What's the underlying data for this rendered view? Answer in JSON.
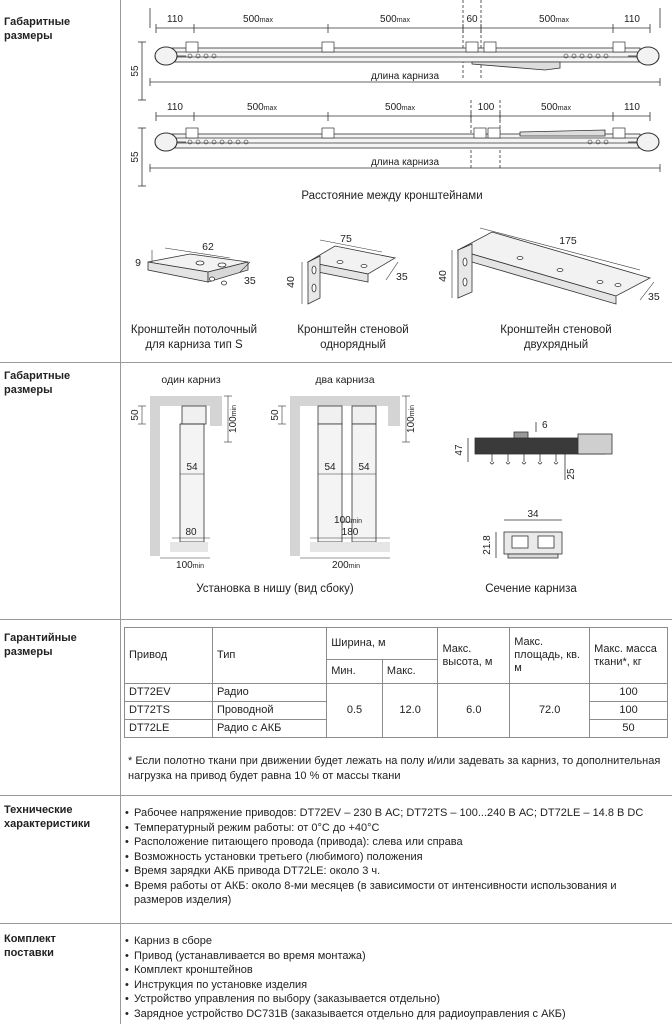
{
  "sections": {
    "dims1": "Габаритные размеры",
    "dims2": "Габаритные размеры",
    "warranty": "Гарантийные размеры",
    "tech": "Технические характеристики",
    "kit": "Комплект поставки"
  },
  "rail1": {
    "d110a": "110",
    "d500a": "500",
    "d500b": "500",
    "d60": "60",
    "d500c": "500",
    "d110b": "110",
    "max": "max",
    "d55": "55",
    "length": "длина карниза"
  },
  "rail2": {
    "d110a": "110",
    "d500a": "500",
    "d500b": "500",
    "d100": "100",
    "d500c": "500",
    "d110b": "110",
    "max": "max",
    "d55": "55",
    "length": "длина карниза"
  },
  "spacing_caption": "Расстояние между кронштейнами",
  "brackets": [
    {
      "caption": "Кронштейн потолочный для карниза тип S",
      "dims": [
        "9",
        "62",
        "35"
      ]
    },
    {
      "caption": "Кронштейн стеновой однорядный",
      "dims": [
        "75",
        "40",
        "35"
      ]
    },
    {
      "caption": "Кронштейн стеновой двухрядный",
      "dims": [
        "175",
        "40",
        "35"
      ]
    }
  ],
  "niche": {
    "one_title": "один карниз",
    "two_title": "два карниза",
    "one": {
      "d50": "50",
      "d100": "100",
      "min": "min",
      "d54": "54",
      "d80": "80",
      "d100w": "100"
    },
    "two": {
      "d50": "50",
      "d100": "100",
      "min": "min",
      "d54a": "54",
      "d54b": "54",
      "d100m": "100",
      "d180": "180",
      "d200": "200"
    },
    "caption": "Установка в нишу (вид сбоку)"
  },
  "profile": {
    "d6": "6",
    "d47": "47",
    "d25": "25"
  },
  "section": {
    "d34": "34",
    "d218": "21.8",
    "caption": "Сечение карниза"
  },
  "table": {
    "h_drive": "Привод",
    "h_type": "Тип",
    "h_width": "Ширина, м",
    "h_min": "Мин.",
    "h_max": "Макс.",
    "h_height": "Макс. высота, м",
    "h_area": "Макс. площадь, кв. м",
    "h_mass": "Макс. масса ткани*, кг",
    "rows": [
      {
        "drive": "DT72EV",
        "type": "Радио",
        "mass": "100"
      },
      {
        "drive": "DT72TS",
        "type": "Проводной",
        "mass": "100"
      },
      {
        "drive": "DT72LE",
        "type": "Радио с АКБ",
        "mass": "50"
      }
    ],
    "min_w": "0.5",
    "max_w": "12.0",
    "max_h": "6.0",
    "max_area": "72.0"
  },
  "footnote": "* Если полотно ткани при движении будет лежать на полу и/или задевать за карниз, то дополнительная нагрузка на привод будет равна 10 % от массы ткани",
  "tech": [
    "Рабочее напряжение приводов: DT72EV – 230 В АС; DT72TS – 100...240 В АС; DT72LE – 14.8 В DC",
    "Температурный режим работы: от 0°С до +40°С",
    "Расположение питающего провода (привода): слева или справа",
    "Возможность установки третьего (любимого) положения",
    "Время зарядки АКБ привода DT72LE: около 3 ч.",
    "Время работы от АКБ: около 8-ми месяцев (в зависимости от интенсивности использования и размеров изделия)"
  ],
  "kit": [
    "Карниз в сборе",
    "Привод (устанавливается во время монтажа)",
    "Комплект кронштейнов",
    "Инструкция по установке изделия",
    "Устройство управления по выбору (заказывается отдельно)",
    "Зарядное устройство DC731B (заказывается отдельно для радиоуправления с АКБ)"
  ]
}
